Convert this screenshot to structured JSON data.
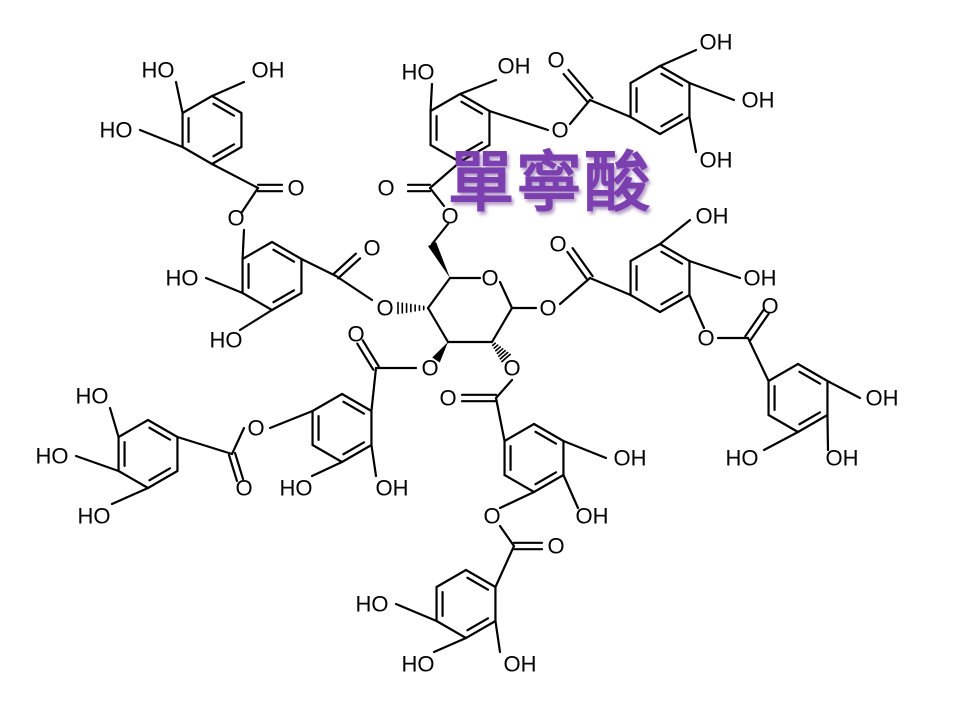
{
  "slide": {
    "title": "單寧酸",
    "title_color": "#7B3FB0",
    "bond_color": "#000000",
    "label_color": "#000000",
    "background": "#FFFFFF"
  },
  "molecule": {
    "atom_labels": {
      "hydroxyl": "OH",
      "hydroxyl_left": "HO",
      "ring_oxygen": "O"
    }
  }
}
